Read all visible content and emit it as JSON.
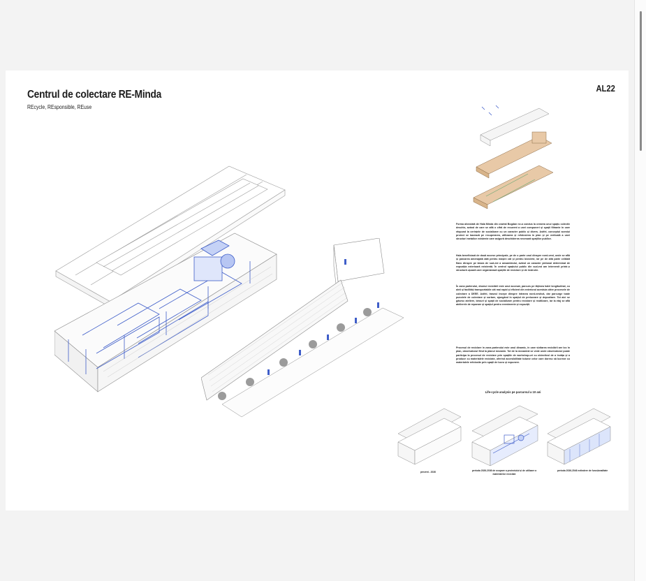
{
  "sheet": {
    "title": "Centrul de colectare RE-Minda",
    "subtitle": "REcycle, REsponsible, REuse",
    "code": "AL22"
  },
  "text": {
    "p1": "Forma alveolată de Hala Minda din cvartal Bogdan ne-a condus la crearea unui spațiu colectiv deschis, având de care se află o cifră de recurent a unei compuneri și spații filtrante în care răspund la cerințele de socializare cu un caracter public și divers. Astfel, conceptul acestui proiect se bazează pe recuperarea, utilizarea și refolosirea în plan și pe verticală a unei structuri metalice existente care asigură deschiderea necesară spațiilor publice.",
    "p2": "Hala beneficiază de două accese principale, pe de o parte unul dinspre nord-vest, unde se află și parcarea amenajată atât pentru mașini cât și pentru biciclete, iar pe de altă parte celălalt flanc dinspre pe latura de sud-est a ansamblului, având un caracter pietonal determinat de expoziția exterioară existentă. În centrul spațiului public din sud-est am intervenit printr-o structură ușoară care organizează spațiile de reciclare și de instruire.",
    "p3": "În zona parterului, drumul reciclării este unul accesat, parcurs pe lățimea halei longitudinal, cu aleii și facilități transportabile cât mai rapid și eficient din exteriorul acestuia către procesele de colectare a DEEE. Astfel, traseul începe dinspre intrarea nord-vestică, dar parcurge toate punctele de colectare și sortare, ajungând în spațiul de prelucrare și depozitare. Tot aici se găsesc ateliere, birouri și spații de socializare pentru reciclare și reutilizare, iar la etaj se află atelierele de reparare și spațiul pentru evenimente și expoziții.",
    "p4": "Procesul de reciclare în zona parterului este unul dinamic, în care vizitarea reciclării are loc în plan, observatorul fiind la planul mezanin. Tot de la mezanină se vede unde observatorul poate participa la procesul de reciclare prin spațiile de workshop-uri cu obiectivul de a învăța și a produce cu materialele reciclate, oferind accesibilitate tuturor celor care doresc să lucreze cu materialele refolosite prin spații de lucru și expunere.",
    "lca_title": "Life-cycle analysis pe parcursul a 10 ani",
    "cap1": "prezent - 2026",
    "cap2": "perioda 2026-2036 de ocupare a proiectului și de utilizare a materialelor reciclate",
    "cap3": "perioda 2036-2046 extindere de funcționalitate"
  }
}
